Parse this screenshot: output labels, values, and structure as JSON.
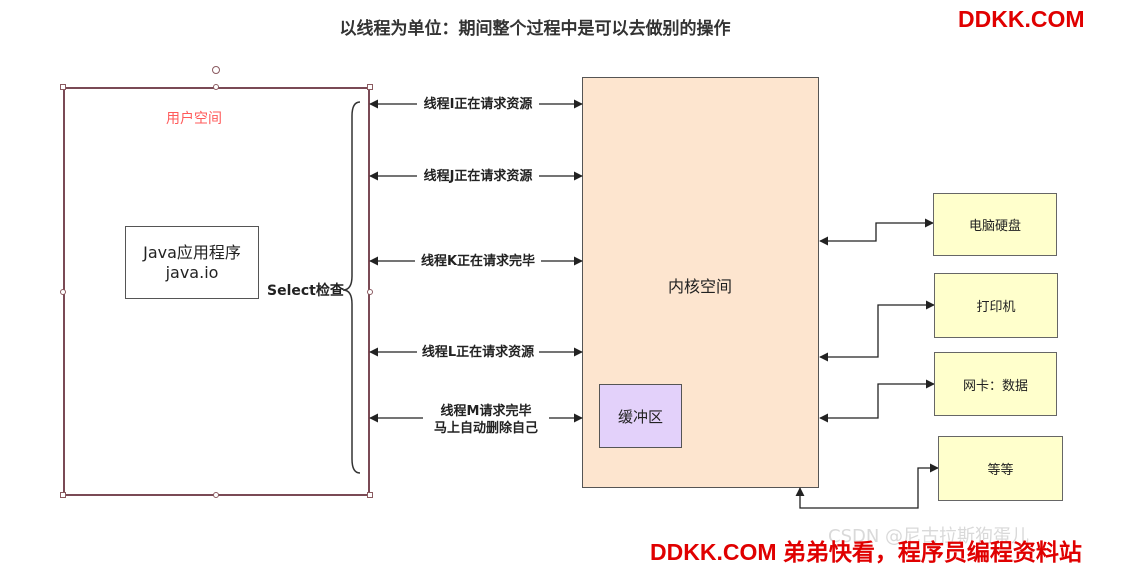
{
  "title": "以线程为单位：期间整个过程中是可以去做别的操作",
  "watermark_top": "DDKK.COM",
  "watermark_bottom": "DDKK.COM 弟弟快看，程序员编程资料站",
  "csdn_watermark": "CSDN @尼古拉斯狗蛋儿",
  "user_space": {
    "label": "用户空间",
    "app_line1": "Java应用程序",
    "app_line2": "java.io",
    "select_label": "Select检查"
  },
  "threads": [
    {
      "line1": "线程I正在请求资源",
      "line2": ""
    },
    {
      "line1": "线程J正在请求资源",
      "line2": ""
    },
    {
      "line1": "线程K正在请求完毕",
      "line2": ""
    },
    {
      "line1": "线程L正在请求资源",
      "line2": ""
    },
    {
      "line1": "线程M请求完毕",
      "line2": "马上自动删除自己"
    }
  ],
  "kernel": {
    "label": "内核空间",
    "buffer_label": "缓冲区"
  },
  "devices": [
    "电脑硬盘",
    "打印机",
    "网卡：数据",
    "等等"
  ],
  "colors": {
    "kernel_fill": "#fde5cf",
    "buffer_fill": "#e3d1fa",
    "device_fill": "#ffffcc",
    "user_space_border": "#7a4a55",
    "user_space_label": "#ff5a5a",
    "watermark": "#e00000"
  }
}
